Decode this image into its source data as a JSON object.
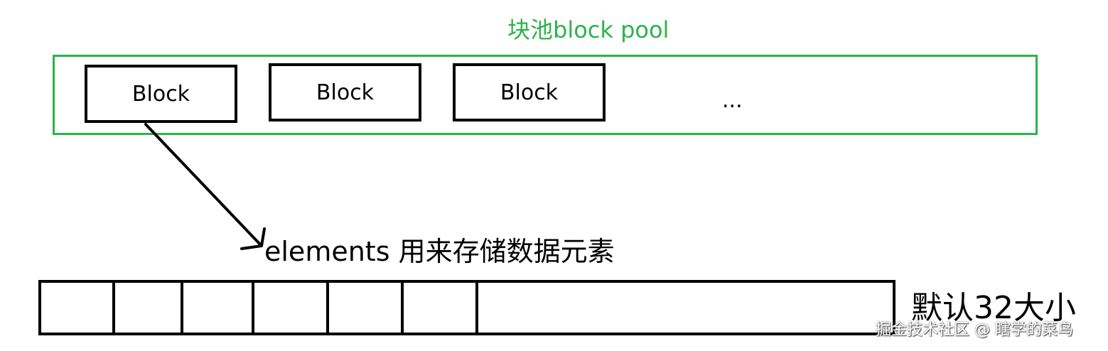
{
  "pool": {
    "label": "块池block pool",
    "color": "#2db34a"
  },
  "blocks": [
    {
      "label": "Block"
    },
    {
      "label": "Block"
    },
    {
      "label": "Block"
    }
  ],
  "ellipsis": "...",
  "elements": {
    "label": "elements 用来存储数据元素",
    "cell_count": 7
  },
  "size_label": "默认32大小",
  "watermark": "掘金技术社区 @ 瞎学的菜鸟"
}
